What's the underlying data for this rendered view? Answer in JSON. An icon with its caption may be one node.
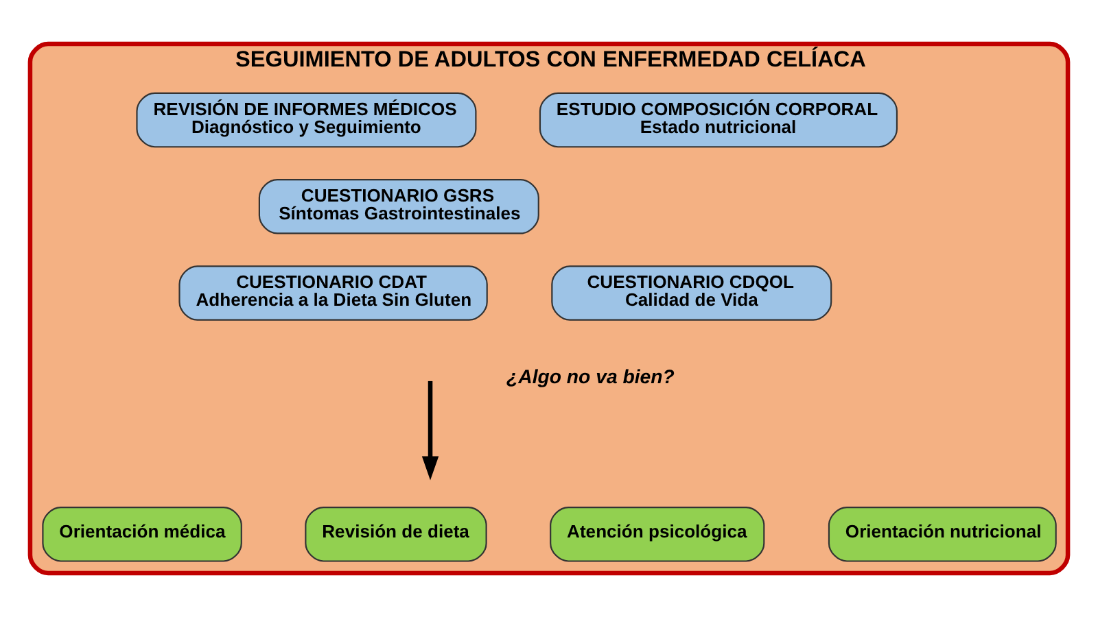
{
  "diagram": {
    "nodes": [
      {
        "text": [
          "SEGUIMIENTO DE ADULTOS CON ENFERMEDAD CELÍACA"
        ]
      },
      {
        "text": [
          "REVISIÓN DE INFORMES MÉDICOS",
          "Diagnóstico y Seguimiento"
        ],
        "in": 0
      },
      {
        "text": [
          "ESTUDIO COMPOSICIÓN CORPORAL",
          "Estado nutricional"
        ],
        "in": 0
      },
      {
        "text": [
          "CUESTIONARIO GSRS",
          "Síntomas Gastrointestinales"
        ],
        "in": 0
      },
      {
        "text": [
          "CUESTIONARIO CDAT",
          "Adherencia a la Dieta Sin Gluten"
        ],
        "in": 0
      },
      {
        "text": [
          "CUESTIONARIO CDQOL",
          "Calidad de Vida"
        ],
        "in": 0
      },
      {
        "text": [
          "Orientación médica"
        ],
        "in": 0
      },
      {
        "text": [
          "Revisión de dieta"
        ],
        "in": 0
      },
      {
        "text": [
          "Atención psicológica"
        ],
        "in": 0
      },
      {
        "text": [
          "Orientación nutricional"
        ],
        "in": 0
      }
    ],
    "labels": [
      "¿Algo no va bien?"
    ]
  }
}
